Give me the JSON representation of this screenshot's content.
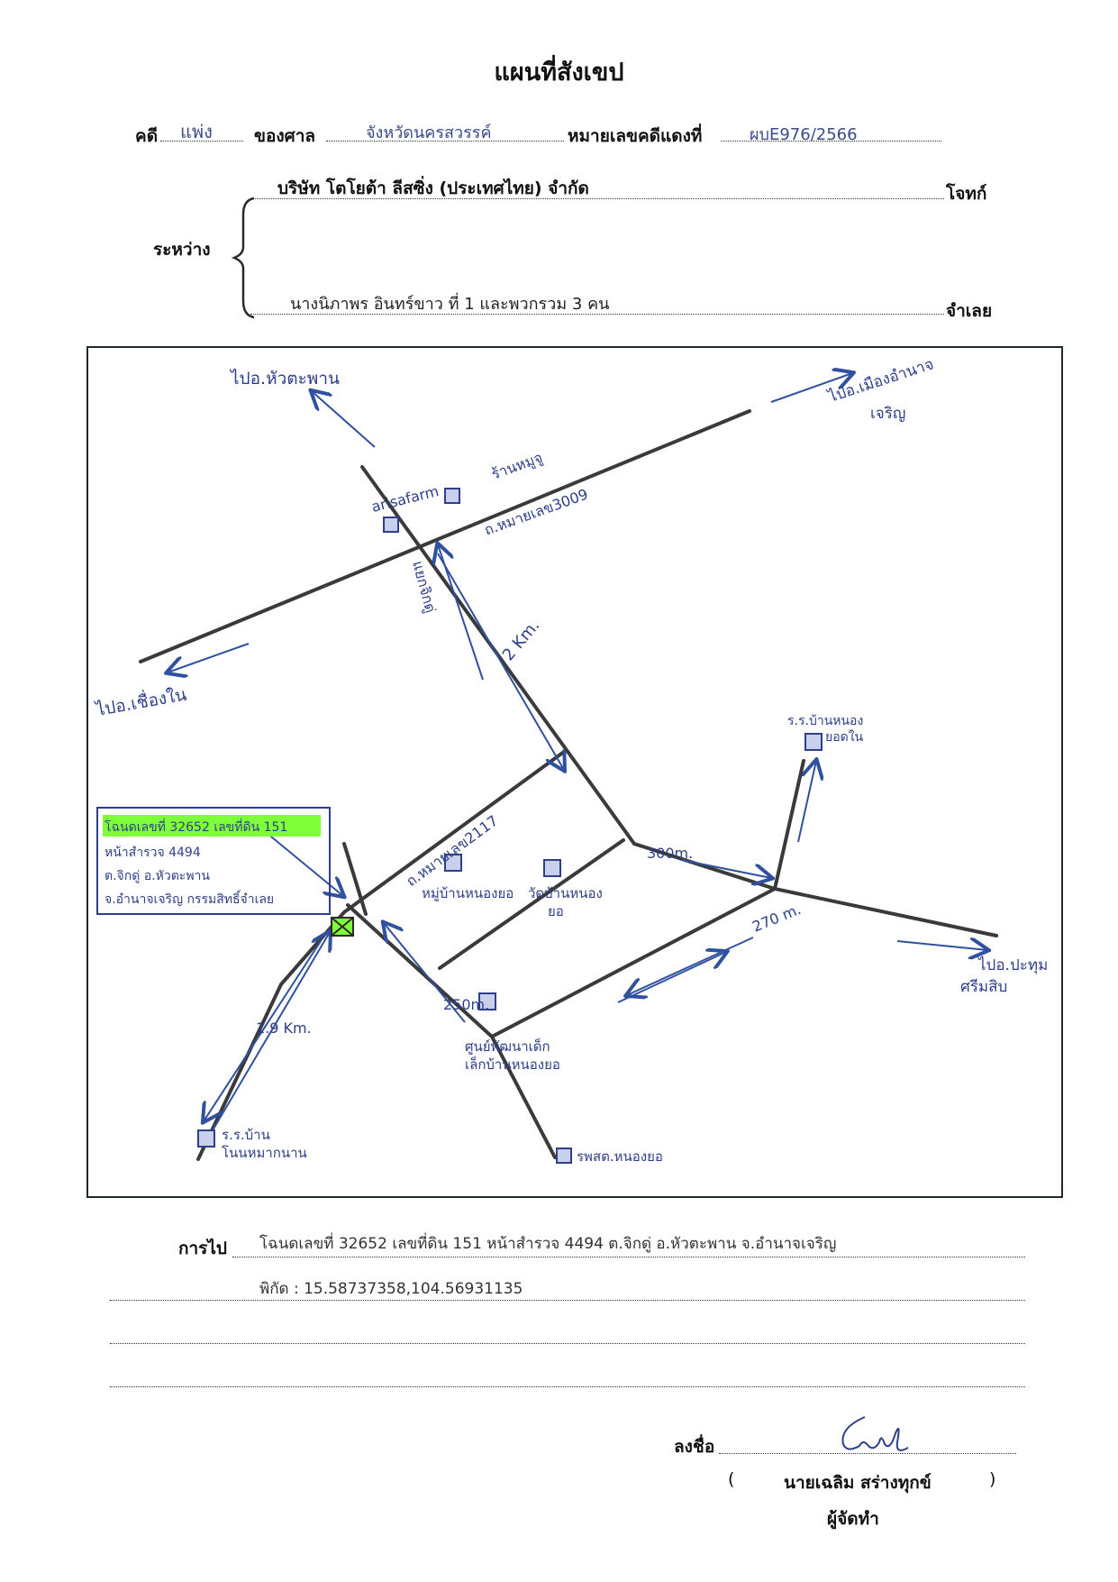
{
  "header": {
    "title": "แผนที่สังเขป",
    "case_label": "คดี",
    "case_value": "แพ่ง",
    "court_label": "ของศาล",
    "court_value": "จังหวัดนครสวรรค์",
    "red_case_label": "หมายเลขคดีแดงที่",
    "red_case_value": "ผบE976/2566",
    "between_label": "ระหว่าง",
    "plaintiff_name": "บริษัท โตโยต้า ลีสซิ่ง (ประเทศไทย) จำกัด",
    "plaintiff_label": "โจทก์",
    "defendant_name": "นางนิภาพร อินทร์ขาว ที่ 1 และพวกรวม 3 คน",
    "defendant_label": "จำเลย"
  },
  "map": {
    "to_huataphan": "ไปอ.หัวตะพาน",
    "to_mueang": "ไปอ.เมืองอำนาจ",
    "to_mueang_2": "เจริญ",
    "to_chueangnai": "ไปอ.เชื่องใน",
    "to_pathum": "ไปอ.ปะทุม",
    "to_pathum_2": "ศรีมสิบ",
    "ranmuchu": "ร้านหมูจู",
    "arisafarm": "arisafarm",
    "road_3009": "ถ.หมายเลข3009",
    "intersection": "แยกจิกดู่",
    "dist_2km": "2 Km.",
    "school_nongyo": "ร.ร.บ้านหนอง",
    "school_nongyo_2": "ยอดใน",
    "road_2117": "ถ.หมายเลข2117",
    "village_nongyo": "หมู่บ้านหนองยอ",
    "temple_nongyo": "วัดบ้านหนอง",
    "temple_nongyo_2": "ยอ",
    "dist_300m": "300m.",
    "dist_270m": "270 m.",
    "dist_250m": "250m.",
    "childcare": "ศูนย์พัฒนาเด็ก",
    "childcare_2": "เล็กบ้านหนองยอ",
    "hospital": "รพสต.หนองยอ",
    "school_phonmak": "ร.ร.บ้าน",
    "school_phonmak_2": "โนนหมากนาน",
    "dist_19km": "1.9 Km.",
    "callout_line1": "โฉนดเลขที่ 32652 เลขที่ดิน 151",
    "callout_line2": "หน้าสำรวจ 4494",
    "callout_line3": "ต.จิกดู่ อ.หัวตะพาน",
    "callout_line4": "จ.อำนาจเจริญ กรรมสิทธิ์จำเลย"
  },
  "route": {
    "label": "การไป",
    "line1": "โฉนดเลขที่ 32652 เลขที่ดิน 151 หน้าสำรวจ 4494  ต.จิกดู่  อ.หัวตะพาน  จ.อำนาจเจริญ",
    "line2": "พิกัด :  15.58737358,104.56931135"
  },
  "signature": {
    "sign_label": "ลงชื่อ",
    "open_paren": "(",
    "name": "นายเฉลิม  สร่างทุกข์",
    "close_paren": ")",
    "role": "ผู้จัดทำ"
  },
  "colors": {
    "ink": "#2d3f8a",
    "highlight": "#7fff3a",
    "frame": "#1e2a26"
  }
}
